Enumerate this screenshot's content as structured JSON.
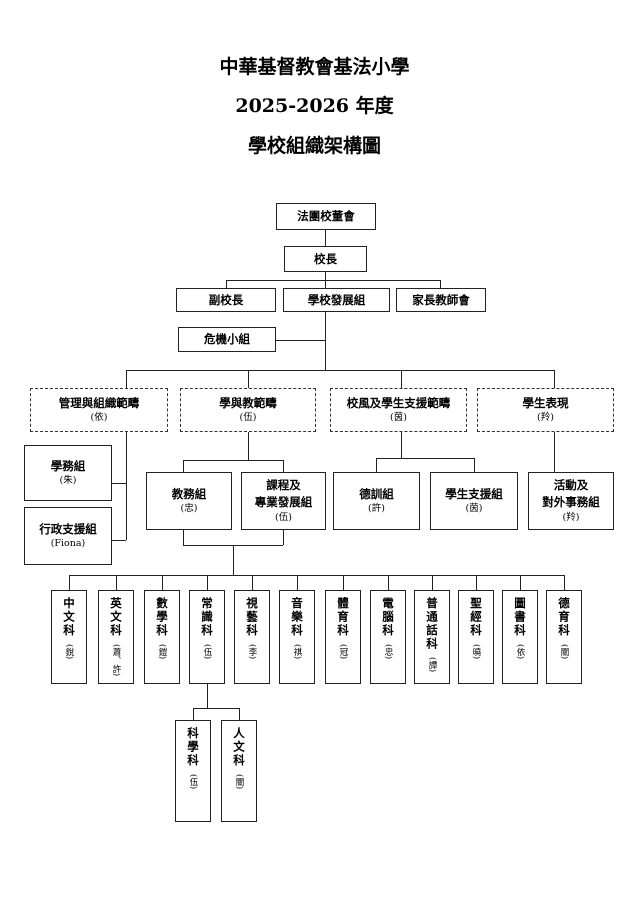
{
  "title": {
    "line1": "中華基督教會基法小學",
    "line2": "2025-2026 年度",
    "line3": "學校組織架構圖"
  },
  "top": {
    "board": "法團校董會",
    "principal": "校長",
    "vice": "副校長",
    "dev": "學校發展組",
    "pta": "家長教師會",
    "crisis": "危機小組"
  },
  "domains": [
    {
      "name": "管理與組織範疇",
      "lead": "(依)"
    },
    {
      "name": "學與教範疇",
      "lead": "(伍)"
    },
    {
      "name": "校風及學生支援範疇",
      "lead": "(茵)"
    },
    {
      "name": "學生表現",
      "lead": "(羚)"
    }
  ],
  "groups": {
    "affairs": {
      "name": "學務組",
      "lead": "(朱)"
    },
    "admin": {
      "name": "行政支援組",
      "lead": "(Fiona)"
    },
    "academic": {
      "name": "教務組",
      "lead": "(忠)"
    },
    "curriculum": {
      "name1": "課程及",
      "name2": "專業發展組",
      "lead": "(伍)"
    },
    "discipline": {
      "name": "德訓組",
      "lead": "(許)"
    },
    "support": {
      "name": "學生支援組",
      "lead": "(茵)"
    },
    "activities": {
      "name1": "活動及",
      "name2": "對外事務組",
      "lead": "(羚)"
    }
  },
  "subjects": [
    {
      "name": "中文科",
      "lead": "(銳)"
    },
    {
      "name": "英文科",
      "lead": "(蕭、許)"
    },
    {
      "name": "數學科",
      "lead": "(鎧)"
    },
    {
      "name": "常識科",
      "lead": "(伍)"
    },
    {
      "name": "視藝科",
      "lead": "(李)"
    },
    {
      "name": "音樂科",
      "lead": "(祺)"
    },
    {
      "name": "體育科",
      "lead": "(冠)"
    },
    {
      "name": "電腦科",
      "lead": "(忠)"
    },
    {
      "name": "普通話科",
      "lead": "(譚)"
    },
    {
      "name": "聖經科",
      "lead": "(曉)"
    },
    {
      "name": "圖書科",
      "lead": "(依)"
    },
    {
      "name": "德育科",
      "lead": "(關)"
    }
  ],
  "gs_subs": [
    {
      "name": "科學科",
      "lead": "(伍)"
    },
    {
      "name": "人文科",
      "lead": "(關)"
    }
  ]
}
